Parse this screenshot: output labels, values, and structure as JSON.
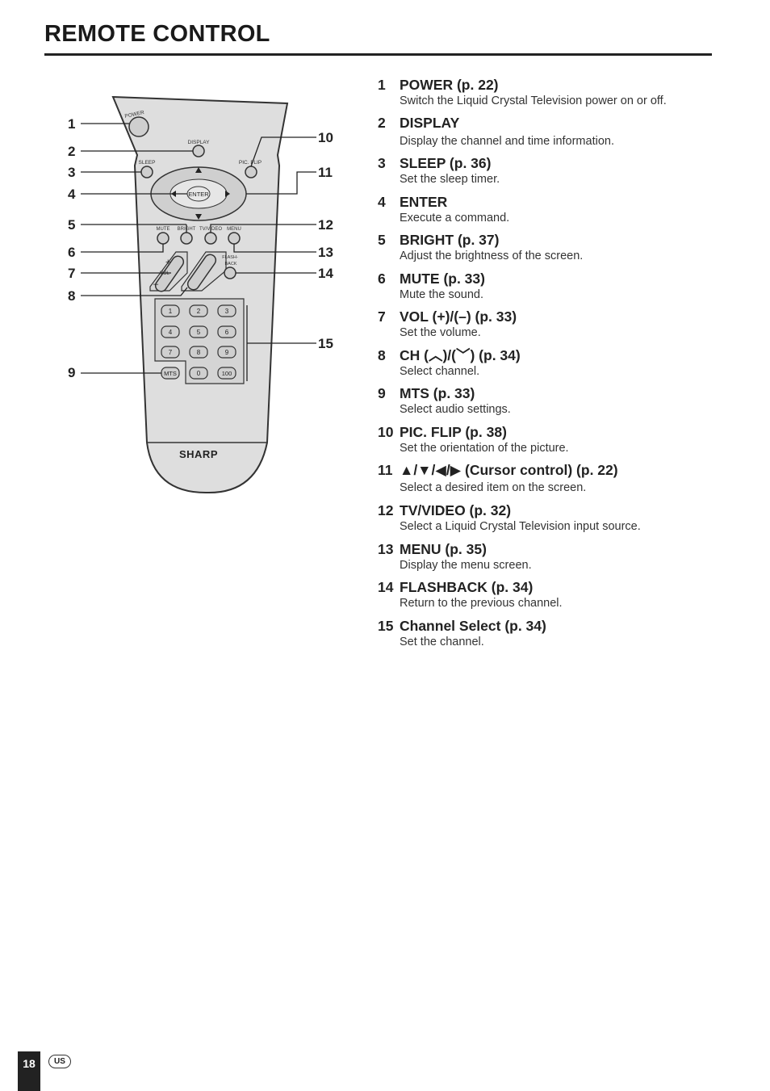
{
  "header": {
    "title": "REMOTE CONTROL"
  },
  "remote": {
    "button_labels": {
      "power": "POWER",
      "display": "DISPLAY",
      "sleep": "SLEEP",
      "pic_flip": "PIC. FLIP",
      "enter": "ENTER",
      "mute": "MUTE",
      "bright": "BRIGHT",
      "tv_video": "TV/VIDEO",
      "menu": "MENU",
      "vol": "VOL",
      "flashback_1": "FLASH-",
      "flashback_2": "BACK",
      "brand": "SHARP"
    },
    "keypad": [
      "1",
      "2",
      "3",
      "4",
      "5",
      "6",
      "7",
      "8",
      "9",
      "MTS",
      "0",
      "100"
    ],
    "callouts_left": [
      "1",
      "2",
      "3",
      "4",
      "5",
      "6",
      "7",
      "8",
      "9"
    ],
    "callouts_right": [
      "10",
      "11",
      "12",
      "13",
      "14",
      "15"
    ]
  },
  "items": [
    {
      "num": "1",
      "title": "POWER (p. 22)",
      "desc": "Switch the Liquid Crystal Television power on or off."
    },
    {
      "num": "2",
      "title": "DISPLAY",
      "desc": "Display the channel and time information."
    },
    {
      "num": "3",
      "title": "SLEEP (p. 36)",
      "desc": "Set the sleep timer."
    },
    {
      "num": "4",
      "title": "ENTER",
      "desc": "Execute a command."
    },
    {
      "num": "5",
      "title": "BRIGHT (p. 37)",
      "desc": "Adjust the brightness of the screen."
    },
    {
      "num": "6",
      "title": "MUTE (p. 33)",
      "desc": "Mute the sound."
    },
    {
      "num": "7",
      "title": "VOL (+)/(–) (p. 33)",
      "desc": "Set the volume."
    },
    {
      "num": "8",
      "title": "CH (︿)/(﹀) (p. 34)",
      "desc": "Select channel."
    },
    {
      "num": "9",
      "title": "MTS (p. 33)",
      "desc": "Select audio settings."
    },
    {
      "num": "10",
      "title": "PIC. FLIP (p. 38)",
      "desc": "Set the orientation of the picture."
    },
    {
      "num": "11",
      "title": "▲/▼/◀/▶ (Cursor control) (p. 22)",
      "desc": "Select a desired item on the screen."
    },
    {
      "num": "12",
      "title": "TV/VIDEO (p. 32)",
      "desc": "Select a Liquid Crystal Television input source."
    },
    {
      "num": "13",
      "title": "MENU (p. 35)",
      "desc": "Display the menu screen."
    },
    {
      "num": "14",
      "title": "FLASHBACK (p. 34)",
      "desc": "Return to the previous channel."
    },
    {
      "num": "15",
      "title": "Channel Select (p. 34)",
      "desc": "Set the channel."
    }
  ],
  "footer": {
    "page_number": "18",
    "region": "US"
  }
}
